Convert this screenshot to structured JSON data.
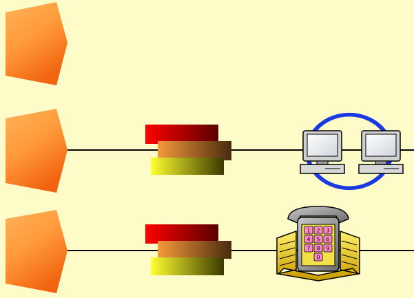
{
  "colors": {
    "background": "#fdfbc8",
    "pentagon_light": "#ffa446",
    "pentagon_dark": "#f46e12",
    "line": "#000000",
    "ring": "#1a39e0",
    "block_red": "#e00000",
    "block_orange": "#e8852a",
    "block_yellow": "#f2f21a",
    "monitor_frame": "#d8d8d8",
    "monitor_screen": "#ffffff",
    "phone_body": "#9a9a9a",
    "keypad_key": "#ff88cc",
    "book_gold": "#e8c200"
  },
  "rows": [
    {
      "id": "row-1",
      "has_line": false,
      "has_blocks": false,
      "icon": "none"
    },
    {
      "id": "row-2",
      "has_line": true,
      "has_blocks": true,
      "icon": "network-computers-icon"
    },
    {
      "id": "row-3",
      "has_line": true,
      "has_blocks": true,
      "icon": "phone-book-icon"
    }
  ],
  "keypad": {
    "keys": [
      "1",
      "2",
      "3",
      "4",
      "5",
      "6",
      "7",
      "8",
      "9",
      "0"
    ]
  }
}
